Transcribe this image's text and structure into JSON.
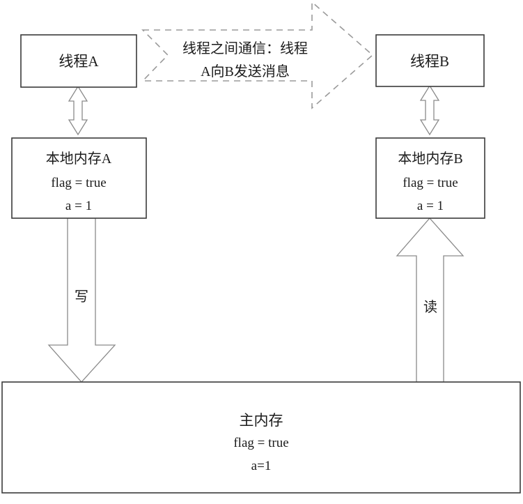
{
  "diagram": {
    "title_semantic": "jmm-thread-communication-diagram",
    "colors": {
      "box_stroke": "#3a3a3a",
      "arrow_stroke": "#8a8a8a",
      "dashed_stroke": "#9a9a9a",
      "text": "#1b1b1b",
      "background": "#ffffff"
    },
    "thread_a": {
      "label": "线程A"
    },
    "thread_b": {
      "label": "线程B"
    },
    "local_memory_a": {
      "title": "本地内存A",
      "line1": "flag = true",
      "line2": "a = 1"
    },
    "local_memory_b": {
      "title": "本地内存B",
      "line1": "flag = true",
      "line2": "a = 1"
    },
    "main_memory": {
      "title": "主内存",
      "line1": "flag = true",
      "line2": "a=1"
    },
    "callout": {
      "line1": "线程之间通信：线程",
      "line2": "A向B发送消息"
    },
    "write_arrow": {
      "label": "写"
    },
    "read_arrow": {
      "label": "读"
    }
  }
}
